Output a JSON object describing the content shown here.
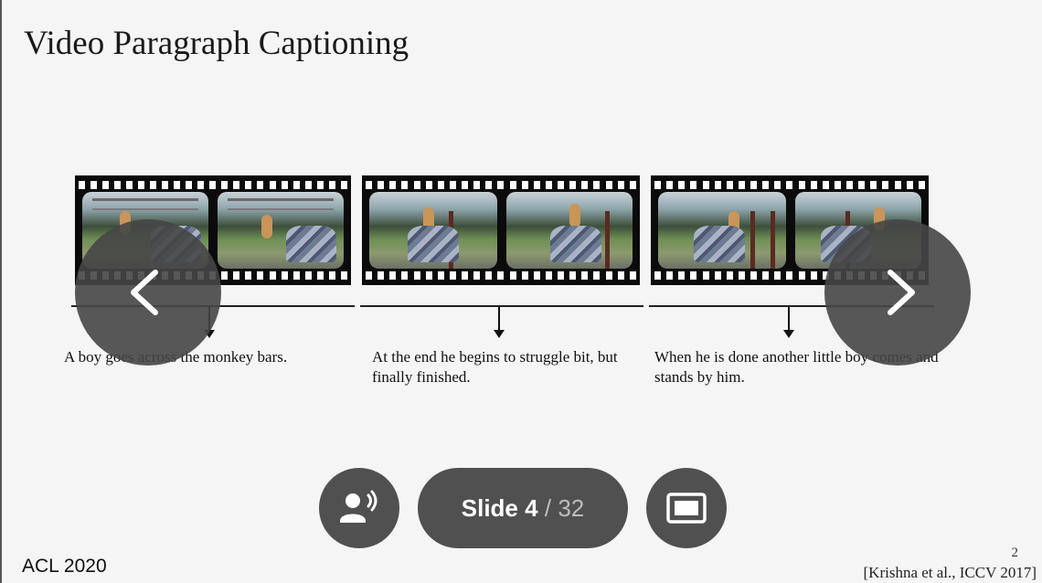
{
  "slide": {
    "title": "Video Paragraph Captioning",
    "captions": [
      "A boy goes across the monkey bars.",
      "At the end he begins to struggle bit, but finally finished.",
      "When he is done another little boy comes and stands by him."
    ],
    "footer_left": "ACL 2020",
    "page_number": "2",
    "citation": "[Krishna et al., ICCV 2017]"
  },
  "controls": {
    "prev_icon": "chevron-left-icon",
    "next_icon": "chevron-right-icon",
    "speaker_icon": "speaker-notes-icon",
    "fullscreen_icon": "fullscreen-icon",
    "slide_label": "Slide",
    "current_slide": "4",
    "separator": "/",
    "total_slides": "32"
  },
  "colors": {
    "control_bg": "#505050",
    "slide_bg": "#f5f5f5"
  }
}
